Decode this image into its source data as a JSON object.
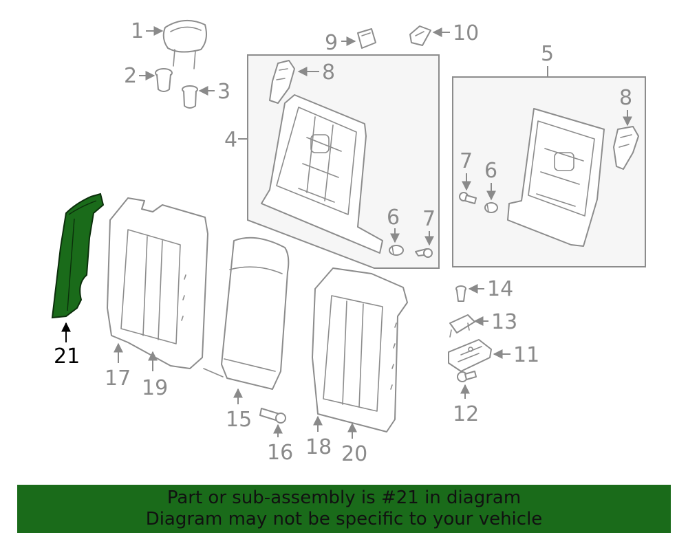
{
  "diagram": {
    "highlight_color": "#1a6b1a",
    "callouts": {
      "c1": "1",
      "c2": "2",
      "c3": "3",
      "c4": "4",
      "c5": "5",
      "c6a": "6",
      "c6b": "6",
      "c7a": "7",
      "c7b": "7",
      "c8a": "8",
      "c8b": "8",
      "c9": "9",
      "c10": "10",
      "c11": "11",
      "c12": "12",
      "c13": "13",
      "c14": "14",
      "c15": "15",
      "c16": "16",
      "c17": "17",
      "c18": "18",
      "c19": "19",
      "c20": "20",
      "c21": "21"
    }
  },
  "banner": {
    "line1": "Part or sub-assembly is #21 in diagram",
    "line2": "Diagram may not be specific to your vehicle",
    "background": "#1a6b1a"
  }
}
